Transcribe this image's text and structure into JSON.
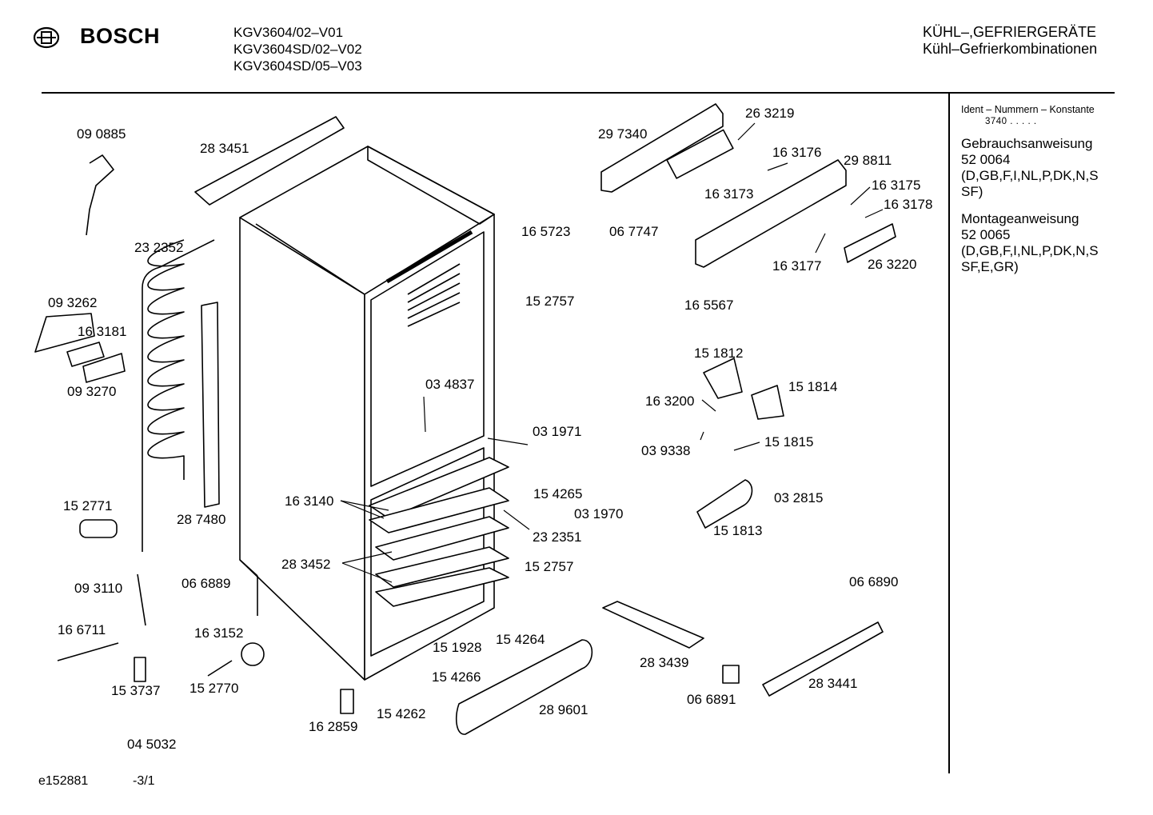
{
  "header": {
    "brand": "BOSCH",
    "models": [
      "KGV3604/02–V01",
      "KGV3604SD/02–V02",
      "KGV3604SD/05–V03"
    ],
    "category_line1": "KÜHL–,GEFRIERGERÄTE",
    "category_line2": "Kühl–Gefrierkombinationen"
  },
  "sidebar": {
    "ident_title": "Ident – Nummern – Konstante",
    "ident_value": "3740  .  .  .  .  .",
    "docs": [
      {
        "title": "Gebrauchsanweisung",
        "number": "52 0064",
        "languages": "(D,GB,F,I,NL,P,DK,N,S SF)"
      },
      {
        "title": "Montageanweisung",
        "number": "52 0065",
        "languages": "(D,GB,F,I,NL,P,DK,N,S SF,E,GR)"
      }
    ]
  },
  "parts": [
    "09 0885",
    "28 3451",
    "23 2352",
    "09 3262",
    "16 3181",
    "09 3270",
    "03 4837",
    "16 5723",
    "15 2757",
    "29 7340",
    "26 3219",
    "16 3176",
    "29 8811",
    "16 3173",
    "06 7747",
    "16 3175",
    "16 3178",
    "16 3177",
    "26 3220",
    "16 5567",
    "15 1812",
    "15 1814",
    "16 3200",
    "03 9338",
    "15 1815",
    "03 2815",
    "15 1813",
    "03 1971",
    "15 4265",
    "03 1970",
    "16 3140",
    "23 2351",
    "28 3452",
    "15 2771",
    "28 7480",
    "06 6889",
    "09 3110",
    "16 6711",
    "16 3152",
    "15 3737",
    "15 2770",
    "04 5032",
    "16 2859",
    "15 4262",
    "15 4266",
    "15 1928",
    "15 4264",
    "15 2757",
    "28 9601",
    "28 3439",
    "06 6890",
    "06 6891",
    "28 3441"
  ],
  "footer": {
    "drawing_id": "e152881",
    "page": "-3/1"
  }
}
